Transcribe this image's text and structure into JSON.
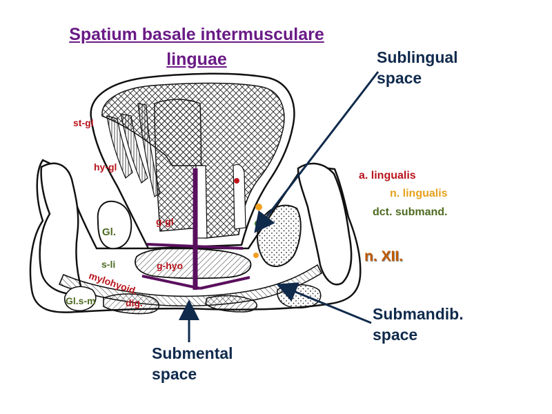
{
  "title": {
    "line1": "Spatium basale intermusculare",
    "line2": "linguae"
  },
  "spaces": {
    "sublingual": {
      "line1": "Sublingual",
      "line2": "space"
    },
    "submandibular": {
      "line1": "Submandib.",
      "line2": "space"
    },
    "submental": {
      "line1": "Submental",
      "line2": "space"
    }
  },
  "legend": {
    "artery": "a. lingualis",
    "nerve": "n. lingualis",
    "duct": "dct. submand.",
    "hypoglossal": "n. XII."
  },
  "muscle_labels": {
    "st_gl": "st-gl",
    "hy_gl": "hy-gl",
    "g_gl": "g-gl",
    "gl": "Gl.",
    "s_li": "s-li",
    "g_hyo": "g-hyo",
    "mylohyoid": "mylohyoid.",
    "gl_s_m": "Gl.s-m",
    "dig": "dig."
  },
  "colors": {
    "title": "#6a1a86",
    "space_labels": "#102a4c",
    "artery": "#b8141c",
    "nerve": "#e6a01a",
    "duct": "#4e6b22",
    "hypoglossal": "#c05a00",
    "purple_lines": "#5a0f5e"
  }
}
